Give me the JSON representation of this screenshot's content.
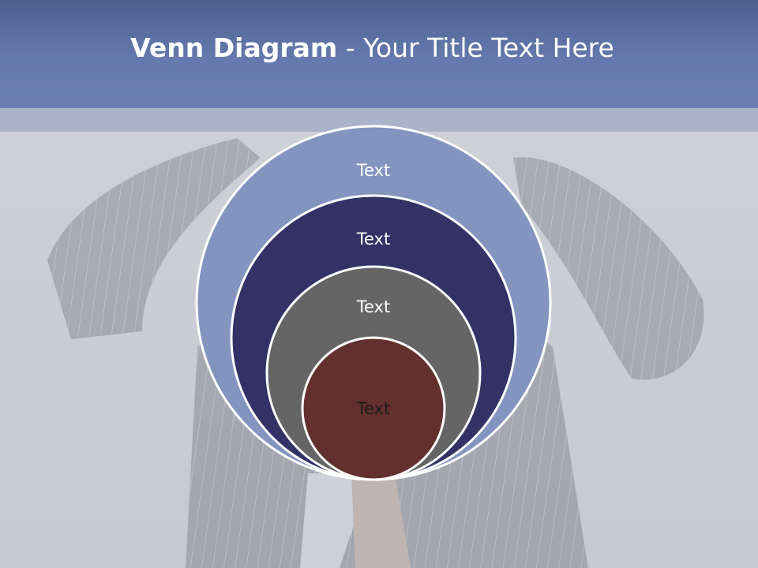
{
  "title": {
    "bold": "Venn Diagram",
    "rest": " - Your Title Text Here"
  },
  "diagram": {
    "rings": [
      {
        "label": "Text",
        "color": "#8394bf"
      },
      {
        "label": "Text",
        "color": "#323266"
      },
      {
        "label": "Text",
        "color": "#656565"
      },
      {
        "label": "Text",
        "color": "#63302e"
      }
    ]
  },
  "colors": {
    "title_bar": "#6479ad",
    "background": "#c9ccd2"
  }
}
